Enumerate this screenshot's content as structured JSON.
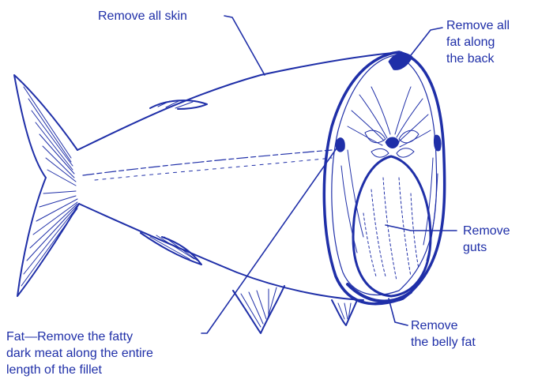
{
  "labels": {
    "skin": "Remove all skin",
    "back_fat": "Remove all\nfat along\nthe back",
    "guts": "Remove\nguts",
    "belly_fat": "Remove\nthe belly fat",
    "dark_meat": "Fat—Remove the fatty\ndark  meat along the entire\nlength of the fillet"
  },
  "colors": {
    "ink": "#1f2fa8",
    "background": "#ffffff"
  }
}
